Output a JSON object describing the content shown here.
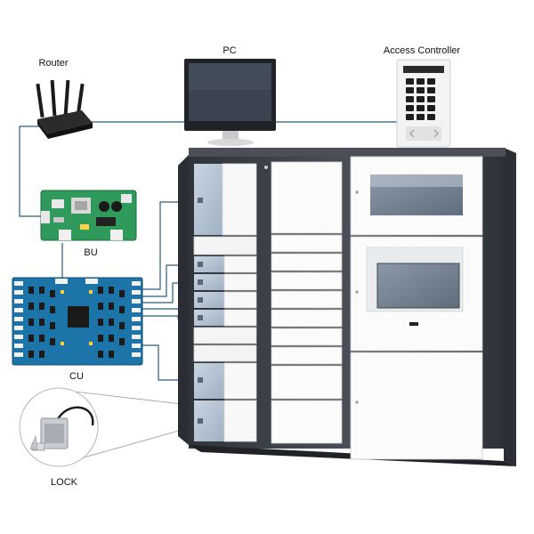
{
  "labels": {
    "router": "Router",
    "pc": "PC",
    "access_controller": "Access Controller",
    "bu": "BU",
    "cu": "CU",
    "lock": "LOCK"
  },
  "colors": {
    "wire": "#2a5d7c",
    "cabinet_frame": "#3c4048",
    "door": "#fbfbfb",
    "compartment": "#b7c4d3",
    "pcb_green": "#2f9a5b",
    "pcb_blue": "#1c74a8"
  },
  "icons": [
    "router-icon",
    "pc-monitor-icon",
    "access-controller-keypad-icon",
    "bu-board-icon",
    "cu-board-icon",
    "lock-icon"
  ]
}
